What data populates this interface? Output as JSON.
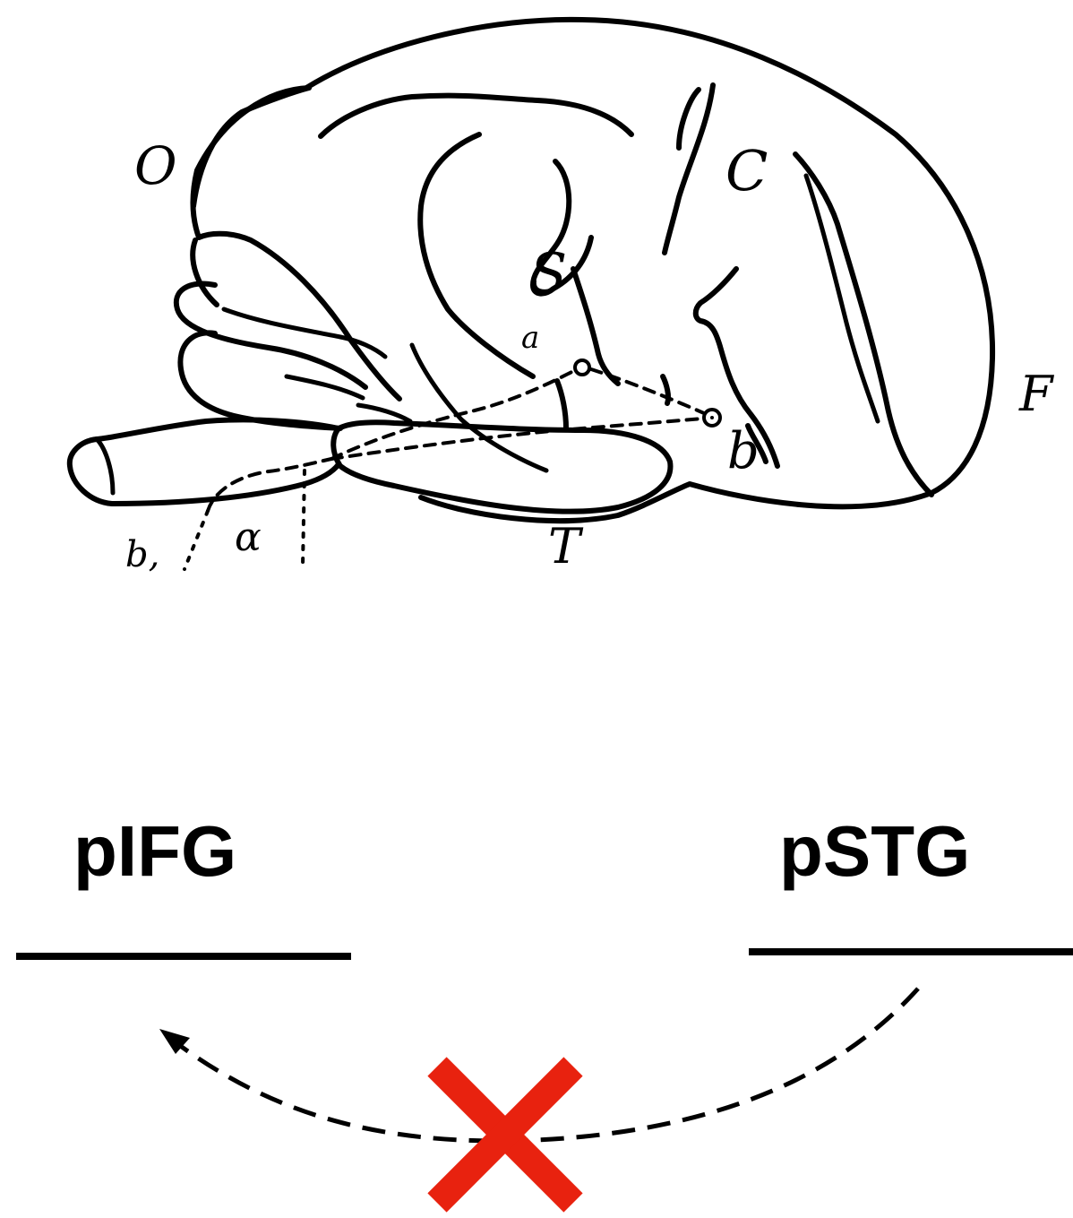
{
  "sketch_letters": {
    "occipital": "O",
    "central": "C",
    "sylvian": "S",
    "frontal": "F",
    "temporal": "T",
    "point_a": "a",
    "point_b": "b",
    "lower_a": "α",
    "lower_b": "b,"
  },
  "regions": {
    "left_label": "pIFG",
    "right_label": "pSTG"
  },
  "connection": {
    "arrow_color": "#000000",
    "blocked_marker_color": "#e8220f",
    "blocked_marker_icon": "cross-icon"
  }
}
